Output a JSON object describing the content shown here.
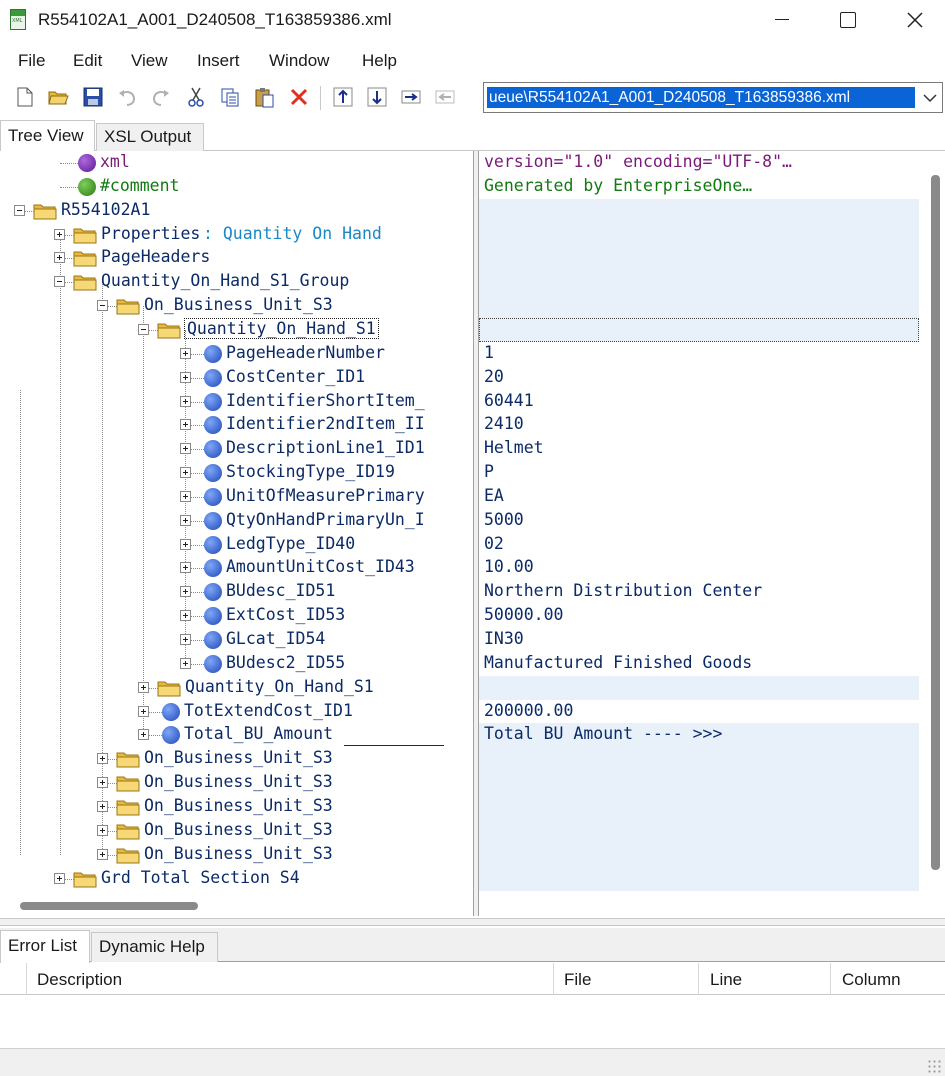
{
  "window": {
    "title": "R554102A1_A001_D240508_T163859386.xml"
  },
  "menu": [
    "File",
    "Edit",
    "View",
    "Insert",
    "Window",
    "Help"
  ],
  "toolbar": {
    "path_value": "ueue\\R554102A1_A001_D240508_T163859386.xml",
    "icons": [
      "new-icon",
      "open-icon",
      "save-icon",
      "undo-icon",
      "redo-icon",
      "cut-icon",
      "copy-icon",
      "paste-icon",
      "delete-icon",
      "move-up-icon",
      "move-down-icon",
      "indent-icon",
      "outdent-icon"
    ]
  },
  "tabs_top": {
    "tree_view": "Tree View",
    "xsl_output": "XSL Output"
  },
  "tree": [
    {
      "label": "xml",
      "value": "version=\"1.0\" encoding=\"UTF-8\"…",
      "icon": "purple"
    },
    {
      "label": "#comment",
      "value": "Generated by EnterpriseOne…",
      "icon": "green"
    },
    {
      "label": "R554102A1",
      "value": "",
      "icon": "folder"
    },
    {
      "label": "Properties",
      "suffix": " : Quantity On Hand",
      "value": "",
      "icon": "folder"
    },
    {
      "label": "PageHeaders",
      "value": "",
      "icon": "folder"
    },
    {
      "label": "Quantity_On_Hand_S1_Group",
      "value": "",
      "icon": "folder"
    },
    {
      "label": "On_Business_Unit_S3",
      "value": "",
      "icon": "folder"
    },
    {
      "label": "Quantity_On_Hand_S1",
      "value": "",
      "icon": "folder"
    },
    {
      "label": "PageHeaderNumber",
      "value": "1",
      "icon": "blue"
    },
    {
      "label": "CostCenter_ID1",
      "value": "20",
      "icon": "blue"
    },
    {
      "label": "IdentifierShortItem_",
      "value": "60441",
      "icon": "blue"
    },
    {
      "label": "Identifier2ndItem_II",
      "value": "2410",
      "icon": "blue"
    },
    {
      "label": "DescriptionLine1_ID1",
      "value": "Helmet",
      "icon": "blue"
    },
    {
      "label": "StockingType_ID19",
      "value": "P",
      "icon": "blue"
    },
    {
      "label": "UnitOfMeasurePrimary",
      "value": "EA",
      "icon": "blue"
    },
    {
      "label": "QtyOnHandPrimaryUn_I",
      "value": "5000",
      "icon": "blue"
    },
    {
      "label": "LedgType_ID40",
      "value": "02",
      "icon": "blue"
    },
    {
      "label": "AmountUnitCost_ID43",
      "value": "10.00",
      "icon": "blue"
    },
    {
      "label": "BUdesc_ID51",
      "value": "Northern Distribution Center",
      "icon": "blue"
    },
    {
      "label": "ExtCost_ID53",
      "value": "50000.00",
      "icon": "blue"
    },
    {
      "label": "GLcat_ID54",
      "value": "IN30",
      "icon": "blue"
    },
    {
      "label": "BUdesc2_ID55",
      "value": "Manufactured Finished Goods",
      "icon": "blue"
    },
    {
      "label": "Quantity_On_Hand_S1",
      "value": "",
      "icon": "folder"
    },
    {
      "label": "TotExtendCost_ID1",
      "value": "200000.00",
      "icon": "blue"
    },
    {
      "label": "Total_BU_Amount",
      "value": "Total BU Amount ---- >>>",
      "icon": "blue"
    },
    {
      "label": "On_Business_Unit_S3",
      "value": "",
      "icon": "folder"
    },
    {
      "label": "On_Business_Unit_S3",
      "value": "",
      "icon": "folder"
    },
    {
      "label": "On_Business_Unit_S3",
      "value": "",
      "icon": "folder"
    },
    {
      "label": "On_Business_Unit_S3",
      "value": "",
      "icon": "folder"
    },
    {
      "label": "On_Business_Unit_S3",
      "value": "",
      "icon": "folder"
    },
    {
      "label": "Grd Total Section S4",
      "value": "",
      "icon": "folder"
    }
  ],
  "tabs_bottom": {
    "error_list": "Error List",
    "dynamic_help": "Dynamic Help"
  },
  "error_columns": [
    "Description",
    "File",
    "Line",
    "Column"
  ]
}
